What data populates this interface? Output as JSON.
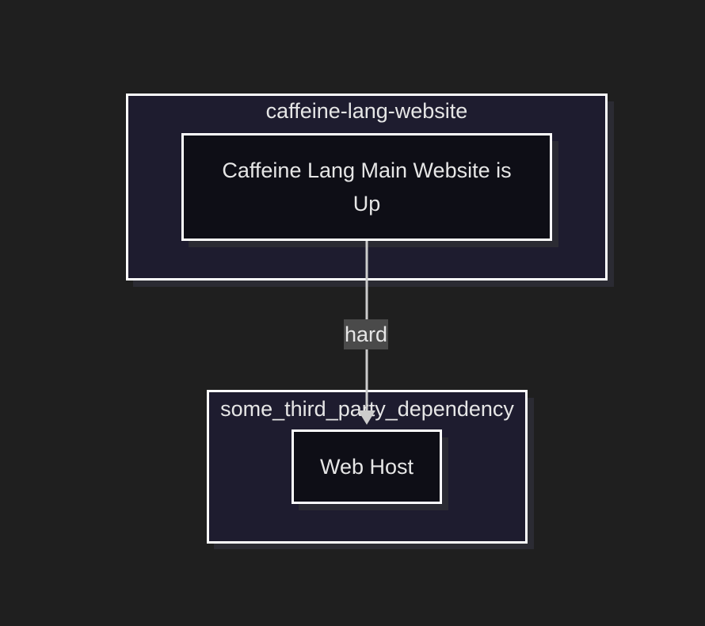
{
  "clusters": {
    "website": {
      "label": "caffeine-lang-website"
    },
    "third_party": {
      "label": "some_third_party_dependency"
    }
  },
  "nodes": {
    "main_site": {
      "label": "Caffeine Lang Main Website is Up"
    },
    "web_host": {
      "label": "Web Host"
    }
  },
  "edges": [
    {
      "from": "main_site",
      "to": "web_host",
      "label": "hard"
    }
  ],
  "colors": {
    "background": "#1f1f1f",
    "cluster_fill": "#1e1c2f",
    "node_fill": "#0e0e16",
    "border": "#ffffff",
    "edge": "#cccccc",
    "edge_label_bg": "#4a4a4a",
    "text": "#e6e6e6"
  }
}
